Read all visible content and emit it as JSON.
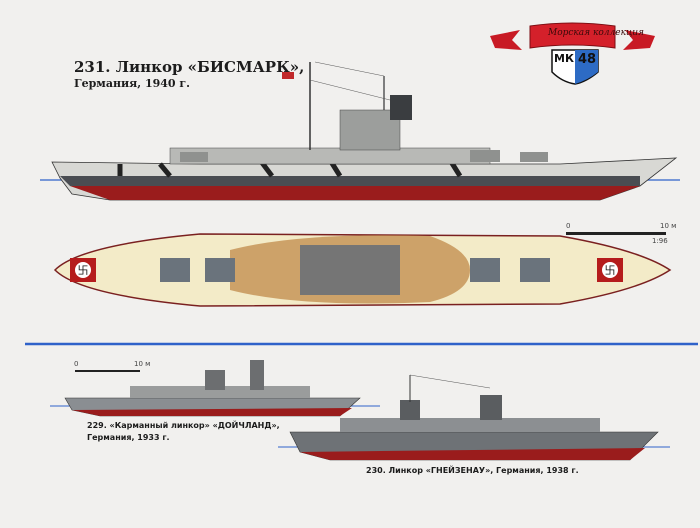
{
  "logo": {
    "banner_text": "Морская коллекция",
    "emblem_letters": "МК",
    "issue_number": "48"
  },
  "main_ship": {
    "title": "231. Линкор «БИСМАРК»,",
    "subtitle": "Германия, 1940 г."
  },
  "scale_main": {
    "start": "0",
    "end": "10 м",
    "ratio": "1:96"
  },
  "scale_small": {
    "start": "0",
    "end": "10 м"
  },
  "ship_229": {
    "line1": "229. «Карманный линкор» «ДОЙЧЛАНД»,",
    "line2": "Германия, 1933 г."
  },
  "ship_230": {
    "caption": "230. Линкор «ГНЕЙЗЕНАУ», Германия, 1938 г."
  },
  "colors": {
    "hull_red": "#9a1c1c",
    "hull_grey": "#6e7276",
    "deck": "#f3ebc8",
    "divider_blue": "#2f62c9",
    "banner_red": "#d4202a",
    "emblem_blue": "#2d6bc4"
  }
}
